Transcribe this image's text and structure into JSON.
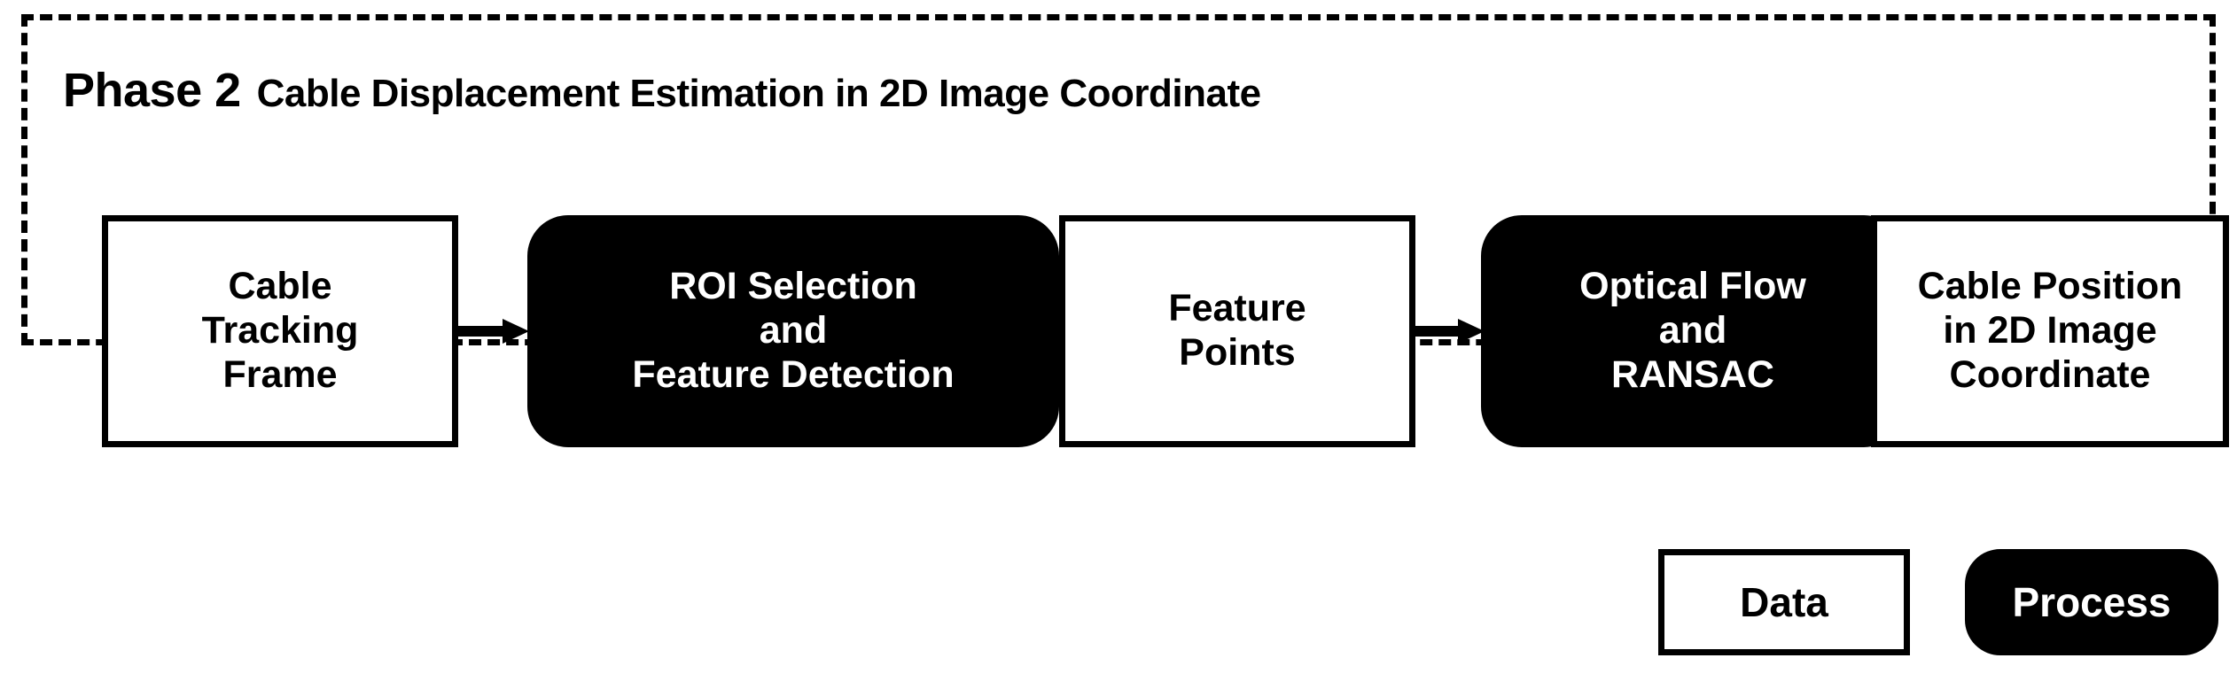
{
  "phase": {
    "label": "Phase 2",
    "title": "Cable Displacement Estimation in 2D Image Coordinate"
  },
  "flow": {
    "nodes": [
      {
        "id": "cable-tracking-frame",
        "type": "data",
        "label": "Cable\nTracking\nFrame"
      },
      {
        "id": "roi-feature-detection",
        "type": "process",
        "label": "ROI Selection\nand\nFeature Detection"
      },
      {
        "id": "feature-points",
        "type": "data",
        "label": "Feature\nPoints"
      },
      {
        "id": "optical-flow-ransac",
        "type": "process",
        "label": "Optical Flow\nand\nRANSAC"
      },
      {
        "id": "cable-position-2d",
        "type": "data",
        "label": "Cable Position\nin 2D Image\nCoordinate"
      }
    ],
    "arrows": [
      {
        "from": "cable-tracking-frame",
        "to": "roi-feature-detection"
      },
      {
        "from": "roi-feature-detection",
        "to": "feature-points"
      },
      {
        "from": "feature-points",
        "to": "optical-flow-ransac"
      },
      {
        "from": "optical-flow-ransac",
        "to": "cable-position-2d"
      }
    ]
  },
  "legend": {
    "data_label": "Data",
    "process_label": "Process"
  },
  "colors": {
    "stroke": "#000000",
    "data_fill": "#ffffff",
    "process_fill": "#000000",
    "data_text": "#000000",
    "process_text": "#ffffff",
    "background": "#ffffff"
  }
}
